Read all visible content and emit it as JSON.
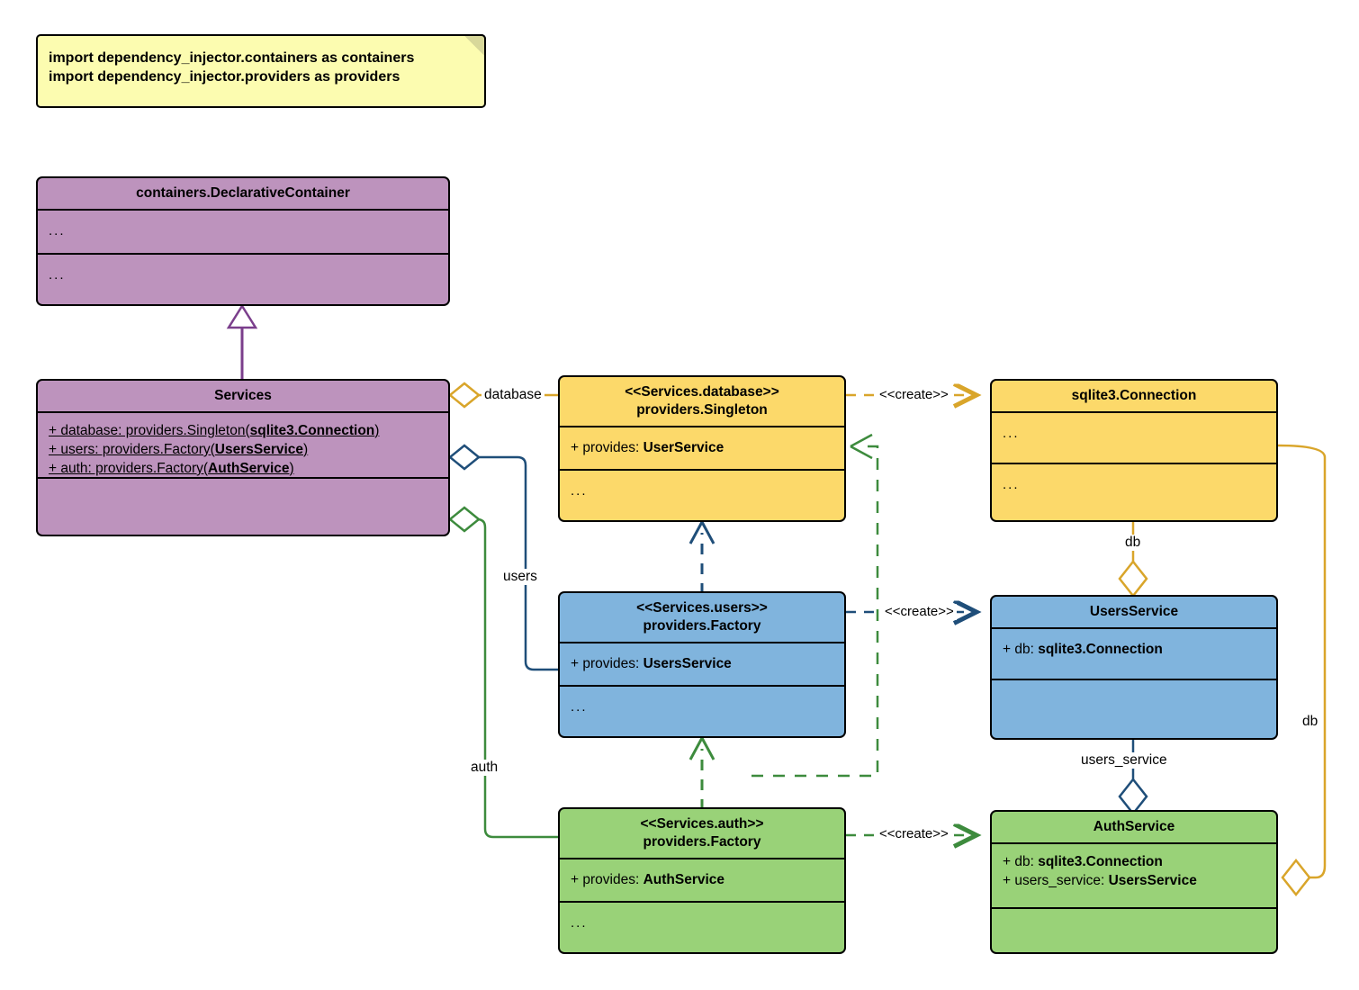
{
  "diagram": {
    "title": "Dependency Injector containers UML class diagram",
    "colors": {
      "note_fill": "#fcfcb0",
      "container_fill": "#bd93bd",
      "database_fill": "#fcd96a",
      "users_fill": "#80b4dd",
      "auth_fill": "#99d278",
      "stroke": "#000000",
      "purple_edge": "#7b3f8c",
      "yellow_edge": "#d9a52a",
      "blue_edge": "#1f4e79",
      "green_edge": "#3d8b3d"
    }
  },
  "note": {
    "lines": [
      "import dependency_injector.containers as containers",
      "import dependency_injector.providers as providers"
    ]
  },
  "classes": {
    "declarative_container": {
      "name": "containers.DeclarativeContainer",
      "attributes": "...",
      "methods": "..."
    },
    "services": {
      "name": "Services",
      "attributes": [
        {
          "prefix": "+ database: providers.Singleton(",
          "bold": "sqlite3.Connection",
          "suffix": ")"
        },
        {
          "prefix": "+ users: providers.Factory(",
          "bold": "UsersService",
          "suffix": ")"
        },
        {
          "prefix": "+ auth: providers.Factory(",
          "bold": "AuthService",
          "suffix": ")"
        }
      ],
      "methods": ""
    },
    "database_provider": {
      "stereotype": "<<Services.database>>",
      "name": "providers.Singleton",
      "attribute_prefix": "+ provides: ",
      "attribute_value": "UserService",
      "methods": "..."
    },
    "users_provider": {
      "stereotype": "<<Services.users>>",
      "name": "providers.Factory",
      "attribute_prefix": "+ provides: ",
      "attribute_value": "UsersService",
      "methods": "..."
    },
    "auth_provider": {
      "stereotype": "<<Services.auth>>",
      "name": "providers.Factory",
      "attribute_prefix": "+ provides: ",
      "attribute_value": "AuthService",
      "methods": "..."
    },
    "sqlite_connection": {
      "name": "sqlite3.Connection",
      "attributes": "...",
      "methods": "..."
    },
    "users_service": {
      "name": "UsersService",
      "attributes": [
        {
          "prefix": "+ db: ",
          "bold": "sqlite3.Connection"
        }
      ],
      "methods": ""
    },
    "auth_service": {
      "name": "AuthService",
      "attributes": [
        {
          "prefix": "+ db: ",
          "bold": "sqlite3.Connection"
        },
        {
          "prefix": "+ users_service: ",
          "bold": "UsersService"
        }
      ],
      "methods": ""
    }
  },
  "edges": {
    "database_label": "database",
    "users_label": "users",
    "auth_label": "auth",
    "create_database": "<<create>>",
    "create_users": "<<create>>",
    "create_auth": "<<create>>",
    "db_users_service": "db",
    "db_auth_service": "db",
    "users_service_label": "users_service"
  }
}
